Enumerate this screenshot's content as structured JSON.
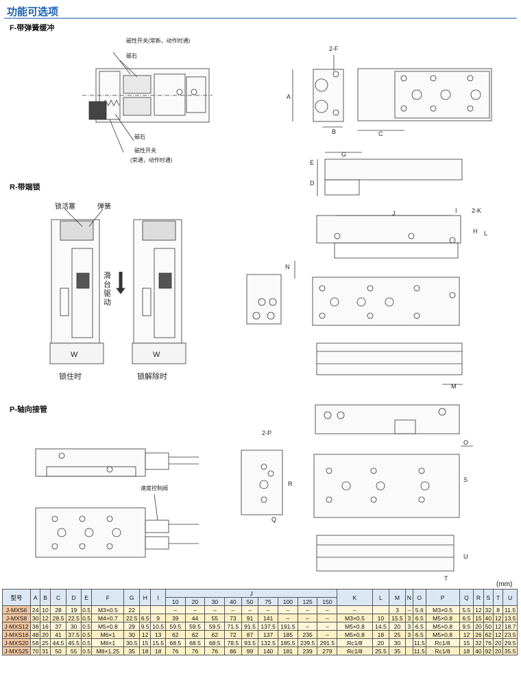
{
  "title": "功能可选项",
  "sections": {
    "f": "F-带弹簧缓冲",
    "r": "R-带端锁",
    "p": "P-轴向接管"
  },
  "f_labels": {
    "switch_top": "磁性开关(常断，动作时通)",
    "magnet_top": "磁石",
    "magnet_bottom": "磁石",
    "switch_bottom": "磁性开关",
    "switch_bottom_note": "(常通，动作时通)"
  },
  "r_labels": {
    "lock_piston": "锁活塞",
    "spring": "弹簧",
    "slide_drive": "滑台驱动",
    "w_left": "W",
    "w_right": "W",
    "locked": "锁住时",
    "unlocked": "锁解除时"
  },
  "p_labels": {
    "speed_valve": "速度控制阀",
    "two_p": "2-P",
    "r": "R",
    "q": "Q"
  },
  "dims": {
    "two_f": "2-F",
    "a": "A",
    "b": "B",
    "c": "C",
    "g": "G",
    "e": "E",
    "d": "D",
    "j": "J",
    "i": "I",
    "two_k": "2-K",
    "h": "H",
    "l": "L",
    "n": "N",
    "m": "M",
    "o": "O",
    "s": "S",
    "u": "U",
    "t": "T"
  },
  "table": {
    "unit": "(mm)",
    "headers": [
      "型号",
      "A",
      "B",
      "C",
      "D",
      "E",
      "F",
      "G",
      "H",
      "I",
      "J",
      "K",
      "L",
      "M",
      "N",
      "O",
      "P",
      "Q",
      "R",
      "S",
      "T",
      "U"
    ],
    "j_sub": [
      "10",
      "20",
      "30",
      "40",
      "50",
      "75",
      "100",
      "125",
      "150"
    ],
    "rows": [
      [
        "J-MXS6",
        "24",
        "10",
        "28",
        "19",
        "0.5",
        "M3×0.5",
        "22",
        "",
        "",
        "–",
        "–",
        "–",
        "–",
        "–",
        "–",
        "–",
        "–",
        "–",
        "–",
        "",
        "3",
        "–",
        "5.6",
        "M3×0.5",
        "5.5",
        "12",
        "32",
        "8",
        "11.5"
      ],
      [
        "J-MXS8",
        "30",
        "12",
        "28.5",
        "22.5",
        "0.5",
        "M4×0.7",
        "22.5",
        "6.5",
        "9",
        "39",
        "44",
        "55",
        "73",
        "91",
        "141",
        "–",
        "–",
        "–",
        "M3×0.5",
        "10",
        "15.5",
        "3",
        "6.5",
        "M5×0.8",
        "6.5",
        "15",
        "40",
        "12",
        "13.5"
      ],
      [
        "J-MXS12",
        "38",
        "16",
        "37",
        "30",
        "0.5",
        "M5×0.8",
        "29",
        "9.5",
        "10.5",
        "59.5",
        "59.5",
        "59.5",
        "71.5",
        "91.5",
        "137.5",
        "191.5",
        "–",
        "–",
        "M5×0.8",
        "14.5",
        "20",
        "3",
        "6.5",
        "M5×0.8",
        "9.5",
        "20",
        "50",
        "12",
        "18.7"
      ],
      [
        "J-MXS16",
        "48",
        "20",
        "41",
        "37.5",
        "0.5",
        "M6×1",
        "30",
        "12",
        "13",
        "62",
        "62",
        "62",
        "72",
        "87",
        "137",
        "185",
        "235",
        "–",
        "M5×0.8",
        "18",
        "25",
        "3",
        "6.5",
        "M5×0.8",
        "12",
        "26",
        "62",
        "12",
        "23.5"
      ],
      [
        "J-MXS20",
        "58",
        "25",
        "44.5",
        "45.5",
        "0.5",
        "M6×1",
        "30.5",
        "15",
        "15.5",
        "68.5",
        "68.5",
        "68.5",
        "78.5",
        "93.5",
        "132.5",
        "185.5",
        "239.5",
        "291.5",
        "Rc1/8",
        "20",
        "30",
        "",
        "11.5",
        "Rc1/8",
        "15",
        "32",
        "76",
        "20",
        "29.5"
      ],
      [
        "J-MXS25",
        "70",
        "31",
        "50",
        "55",
        "0.5",
        "M8×1.25",
        "35",
        "18",
        "18",
        "76",
        "76",
        "76",
        "86",
        "99",
        "140",
        "181",
        "239",
        "279",
        "Rc1/8",
        "25.5",
        "35",
        "",
        "11.5",
        "Rc1/8",
        "18",
        "40",
        "92",
        "20",
        "35.5"
      ]
    ]
  }
}
